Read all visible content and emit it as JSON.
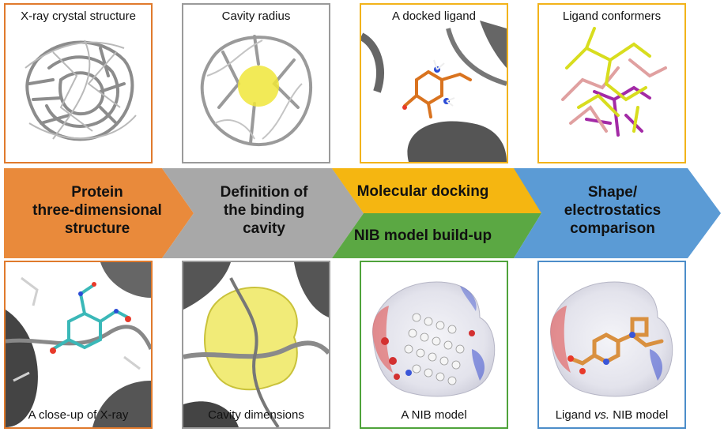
{
  "top_panels": {
    "xray": "X-ray crystal structure",
    "cavity_radius": "Cavity radius",
    "docked": "A docked ligand",
    "conformers": "Ligand conformers"
  },
  "bottom_panels": {
    "closeup": "A close-up of X-ray",
    "cavity_dims": "Cavity dimensions",
    "nib_model": "A NIB model",
    "ligand_vs_prefix": "Ligand",
    "ligand_vs_em": "vs.",
    "ligand_vs_suffix": "NIB model"
  },
  "stages": {
    "protein_l1": "Protein",
    "protein_l2": "three-dimensional",
    "protein_l3": "structure",
    "cavity_l1": "Definition of",
    "cavity_l2": "the binding",
    "cavity_l3": "cavity",
    "docking": "Molecular docking",
    "nib": "NIB model build-up",
    "compare_l1": "Shape/",
    "compare_l2": "electrostatics",
    "compare_l3": "comparison"
  },
  "colors": {
    "orange": "#E98A3B",
    "gray": "#A8A8A8",
    "yellow": "#F5B611",
    "green": "#5BA843",
    "blue": "#5B9BD5"
  }
}
